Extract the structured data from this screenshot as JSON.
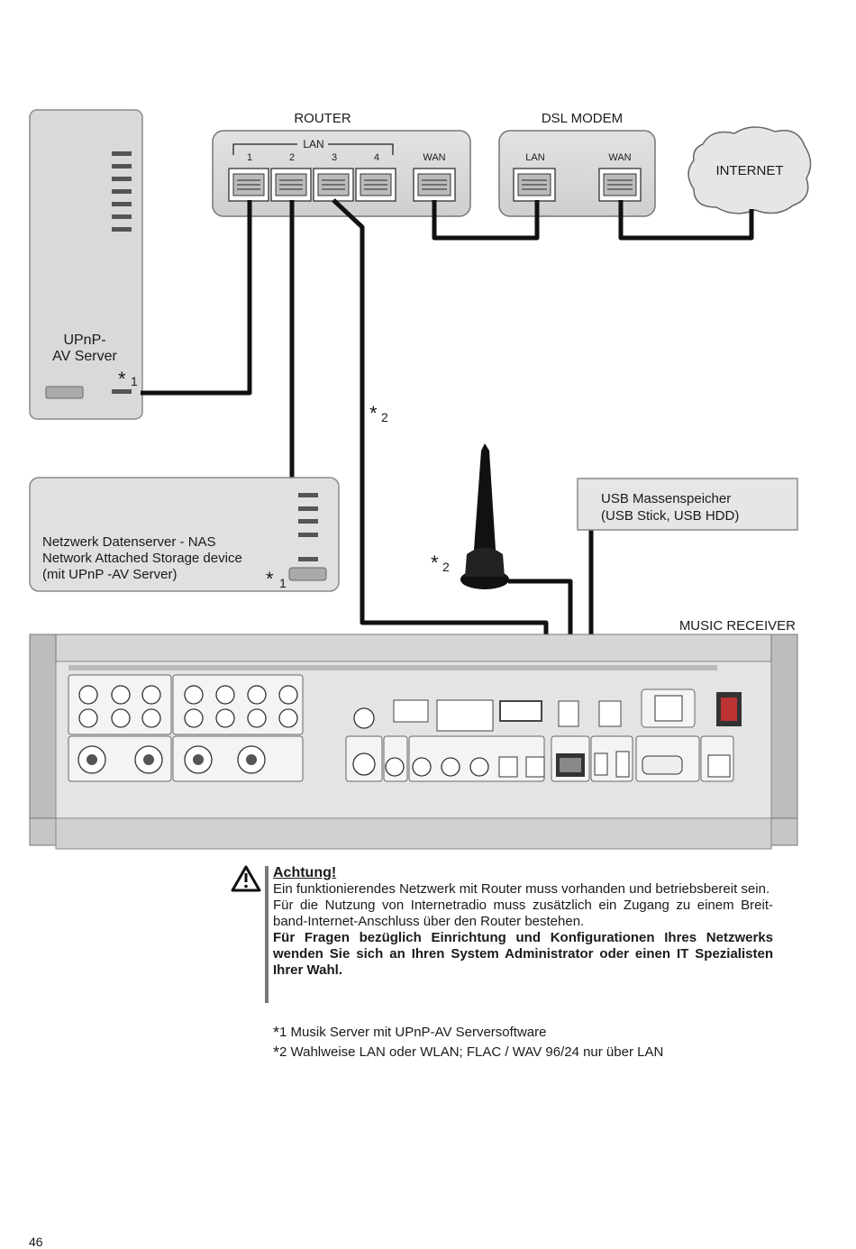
{
  "diagram": {
    "router_label": "ROUTER",
    "router_lan_label": "LAN",
    "router_ports": [
      "1",
      "2",
      "3",
      "4"
    ],
    "router_wan_label": "WAN",
    "modem_label": "DSL MODEM",
    "modem_lan_label": "LAN",
    "modem_wan_label": "WAN",
    "internet_label": "INTERNET",
    "upnp_server_label_1": "UPnP-",
    "upnp_server_label_2": "AV Server",
    "nas_line_1": "Netzwerk Datenserver - NAS",
    "nas_line_2": "Network Attached Storage device",
    "nas_line_3": "(mit UPnP -AV Server)",
    "usb_line_1": "USB Massenspeicher",
    "usb_line_2": "(USB Stick, USB HDD)",
    "receiver_label": "MUSIC RECEIVER",
    "marker_1": "*1",
    "marker_2": "*2"
  },
  "warning": {
    "title": "Achtung!",
    "line_1": "Ein funktionierendes Netzwerk mit Router muss vorhanden und betriebsbereit sein.",
    "line_2": "Für die Nutzung von Internetradio muss zusätzlich ein Zugang zu einem Breit-band-Internet-Anschluss über den Router bestehen.",
    "line_3_bold": "Für Fragen bezüglich Einrichtung und Konfigurationen Ihres Netzwerks wenden Sie sich an Ihren System Administrator oder einen IT Spezialisten Ihrer Wahl."
  },
  "footnotes": {
    "note_1_marker": "*",
    "note_1": "1 Musik Server mit UPnP-AV Serversoftware",
    "note_2_marker": "*",
    "note_2": "2 Wahlweise LAN oder WLAN; FLAC / WAV 96/24 nur über LAN"
  },
  "page_number": "46"
}
